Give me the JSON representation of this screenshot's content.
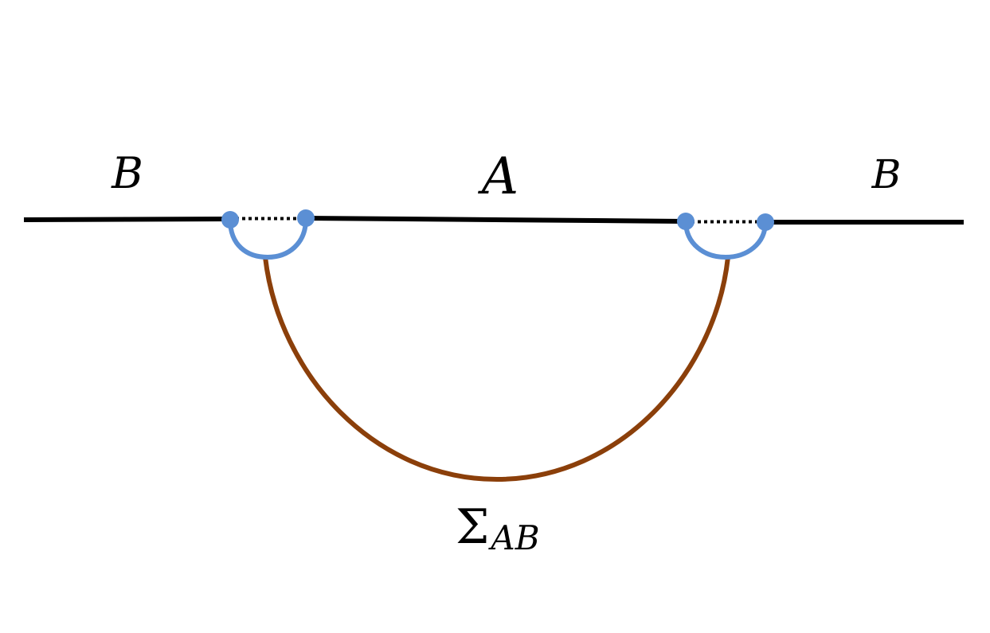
{
  "labels": {
    "left_region": "B",
    "middle_region": "A",
    "right_region": "B",
    "surface_symbol": "Σ",
    "surface_subscript": "AB"
  },
  "colors": {
    "boundary_line": "#000000",
    "endpoint_caps": "#5b8fd4",
    "surface_curve": "#8b3f0a",
    "dotted_gap": "#000000"
  }
}
